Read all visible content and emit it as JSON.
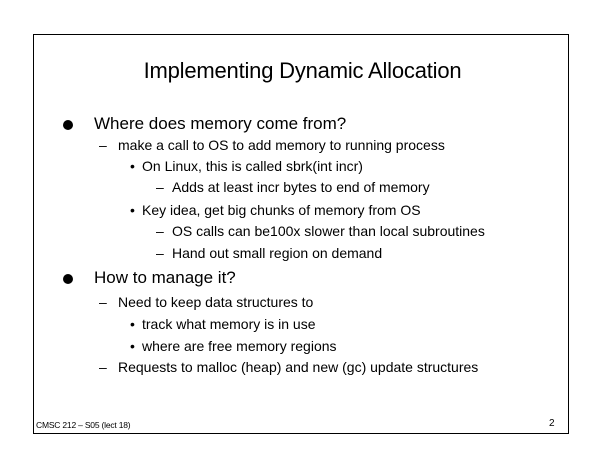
{
  "slide": {
    "title": "Implementing Dynamic Allocation",
    "items": [
      {
        "level": 1,
        "text": "Where does memory come from?"
      },
      {
        "level": 2,
        "text": "make a call to OS to add memory to running process"
      },
      {
        "level": 3,
        "text": "On Linux, this is called sbrk(int incr)"
      },
      {
        "level": 4,
        "text": "Adds at least incr bytes to end of memory"
      },
      {
        "level": 3,
        "text": "Key idea, get big chunks of memory from OS"
      },
      {
        "level": 4,
        "text": "OS calls can be100x slower than local subroutines"
      },
      {
        "level": 4,
        "text": "Hand out small region on demand"
      },
      {
        "level": 1,
        "text": "How to manage it?"
      },
      {
        "level": 2,
        "text": "Need to keep data structures to"
      },
      {
        "level": 3,
        "text": "track what memory is in use"
      },
      {
        "level": 3,
        "text": "where are free memory regions"
      },
      {
        "level": 2,
        "text": "Requests to malloc (heap) and new (gc) update structures"
      }
    ],
    "footer": "CMSC 212 – S05 (lect 18)",
    "page_number": "2"
  }
}
